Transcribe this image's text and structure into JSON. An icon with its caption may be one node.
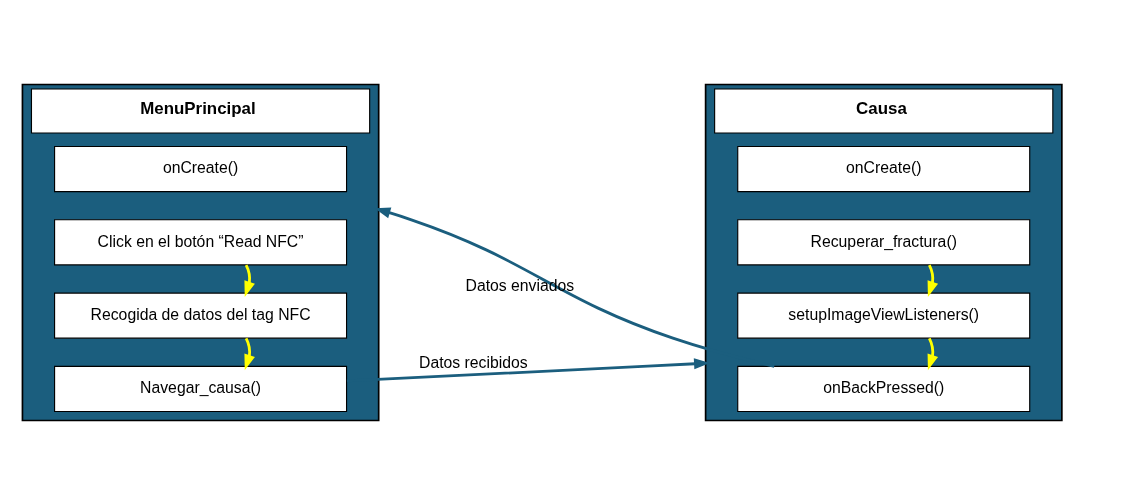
{
  "diagram": {
    "nodes": [
      {
        "text": [
          "MenuPrincipal"
        ]
      },
      {
        "text": [
          "onCreate()"
        ],
        "in": 0
      },
      {
        "text": [
          "Click en el botón “Read NFC”"
        ],
        "in": 0
      },
      {
        "text": [
          "Recogida de datos del tag NFC"
        ],
        "in": 0
      },
      {
        "text": [
          "Navegar_causa()"
        ],
        "in": 0
      },
      {
        "text": [
          "Causa"
        ]
      },
      {
        "text": [
          "onCreate()"
        ],
        "in": 5
      },
      {
        "text": [
          "Recuperar_fractura()"
        ],
        "in": 5
      },
      {
        "text": [
          "setupImageViewListeners()"
        ],
        "in": 5
      },
      {
        "text": [
          "onBackPressed()"
        ],
        "in": 5
      }
    ],
    "edges": [
      {
        "from": 2,
        "to": 3,
        "arrow": "to"
      },
      {
        "from": 3,
        "to": 4,
        "arrow": "to"
      },
      {
        "from": 4,
        "to": 5,
        "arrow": "to",
        "label": "Datos recibidos",
        "color": "#1b5e7e"
      },
      {
        "from": 9,
        "to": 0,
        "arrow": "to",
        "label": "Datos enviados",
        "color": "#1b5e7e"
      },
      {
        "from": 7,
        "to": 8,
        "arrow": "to"
      },
      {
        "from": 8,
        "to": 9,
        "arrow": "to"
      }
    ]
  }
}
